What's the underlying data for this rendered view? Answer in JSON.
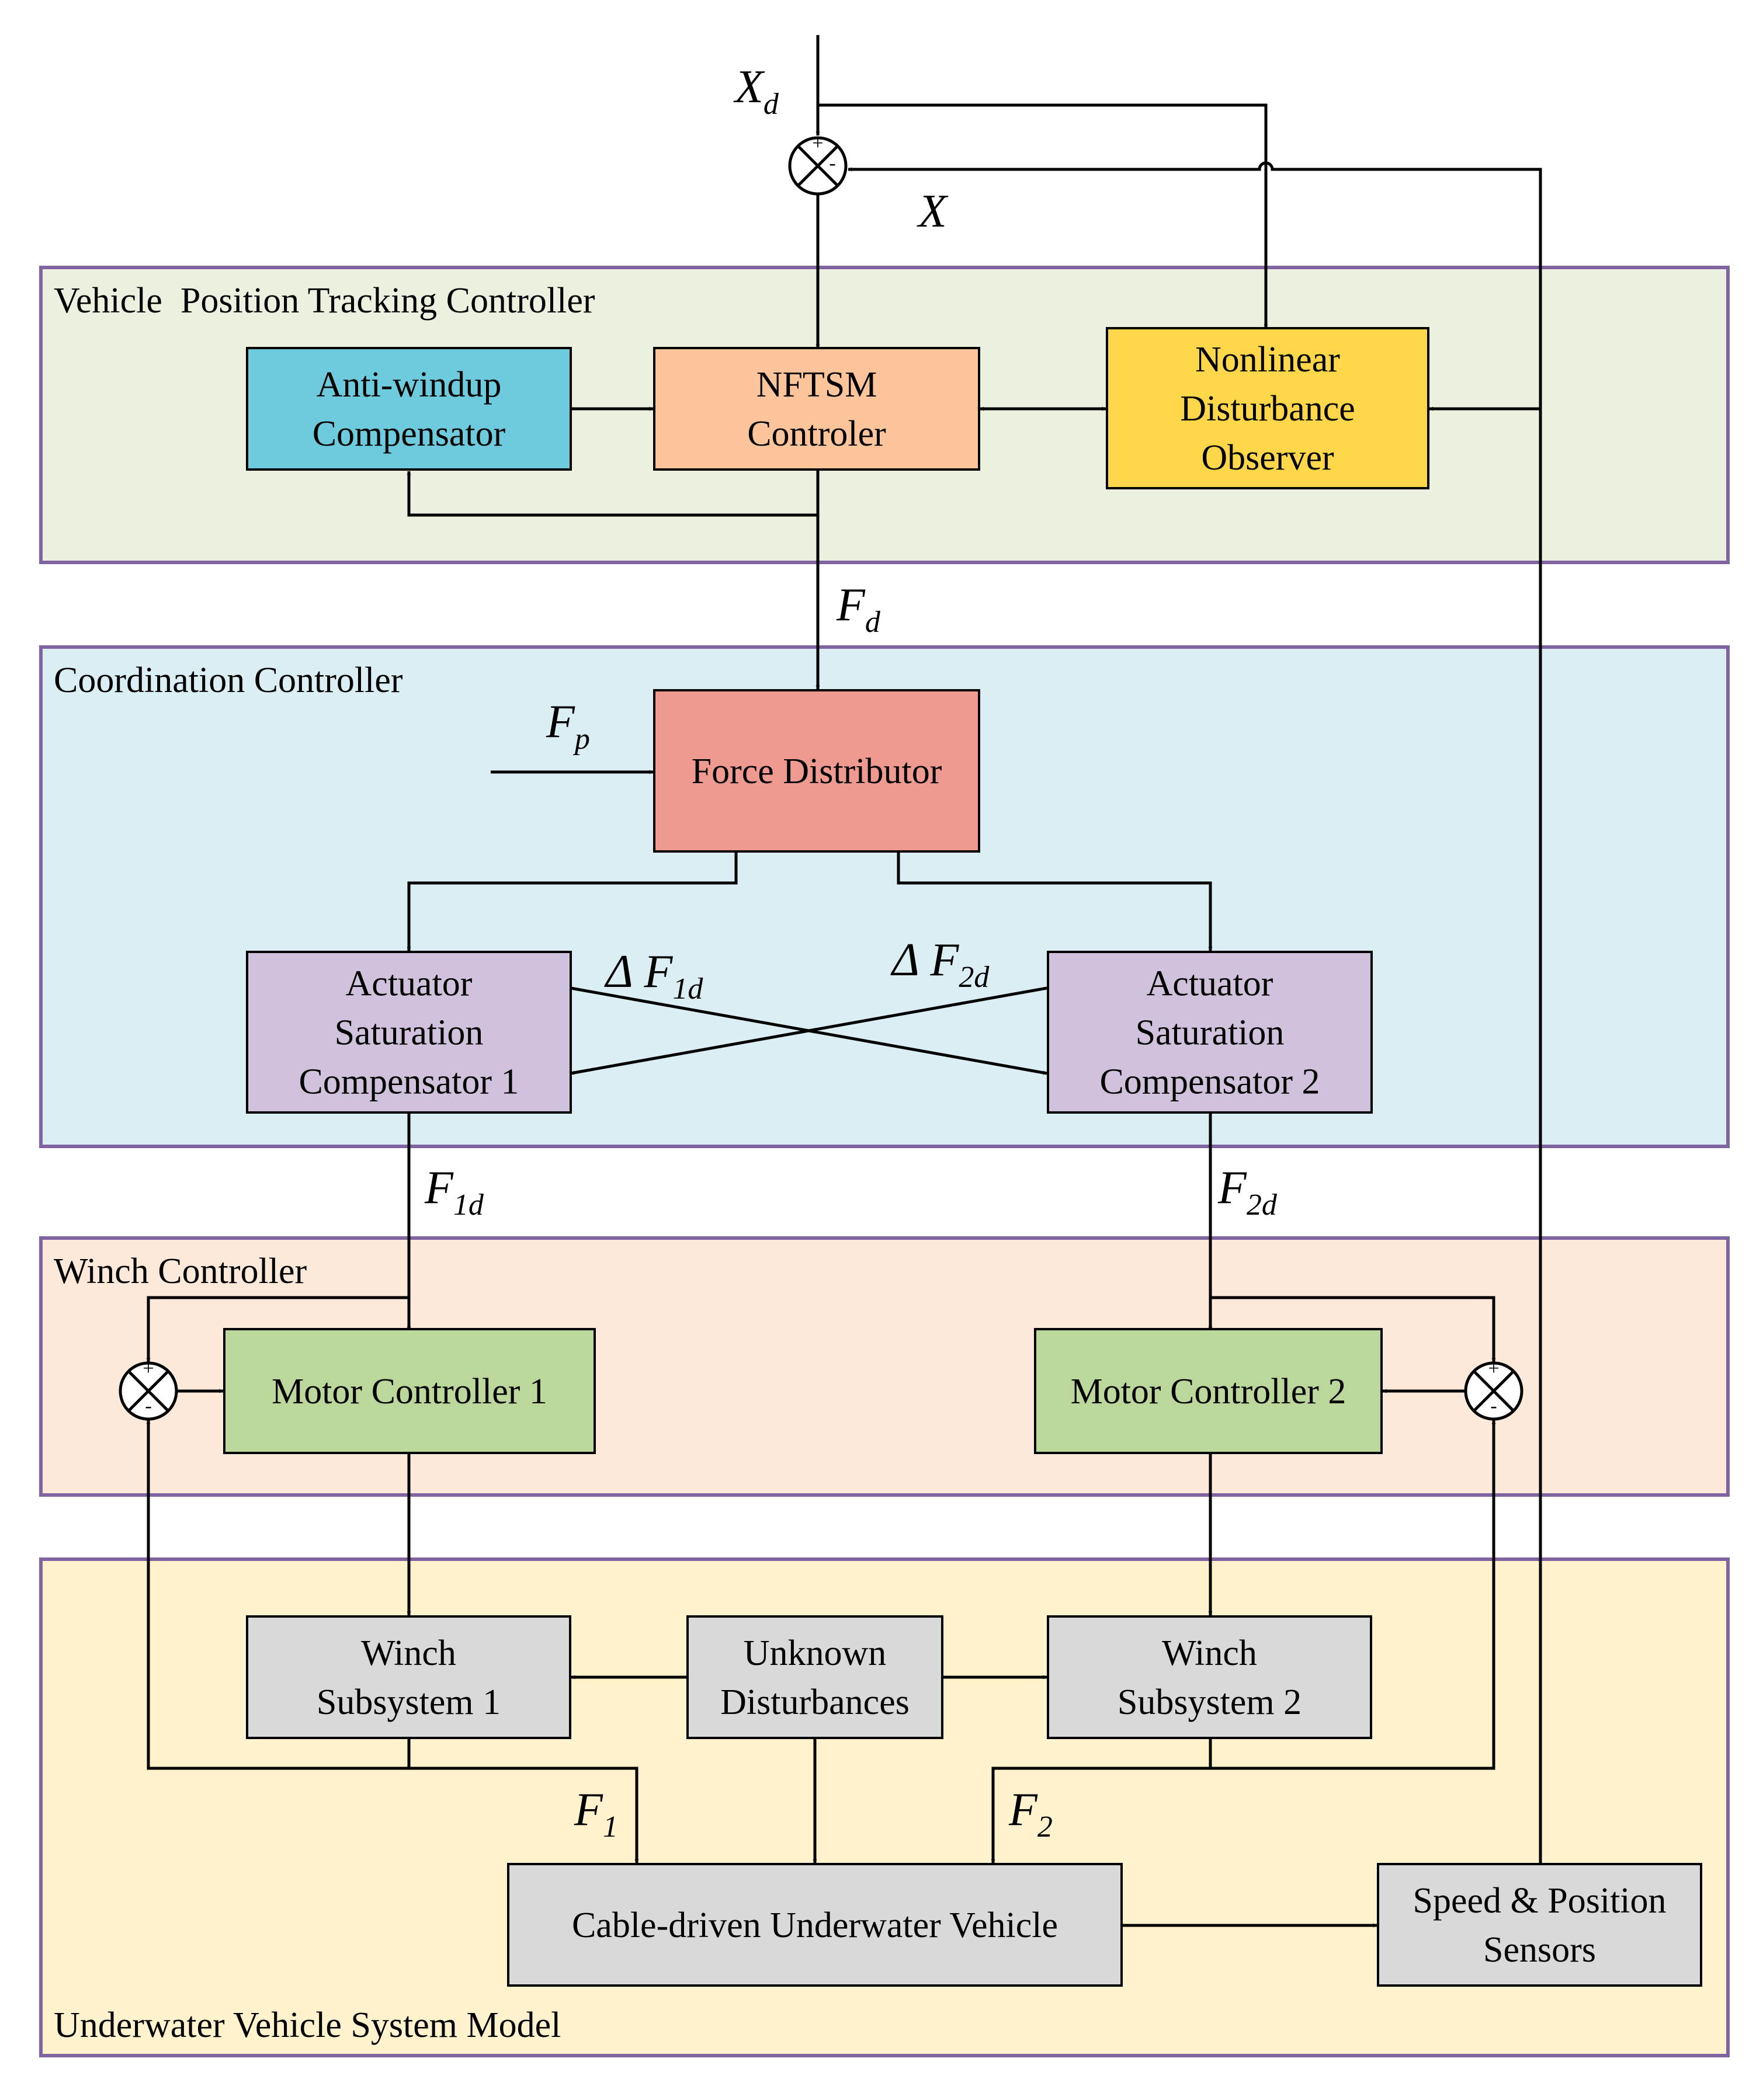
{
  "colors": {
    "region_border": "#8064a2",
    "vehicle_region": "#ebf1de",
    "coordination_region": "#daeef3",
    "winch_region": "#fde9d9",
    "underwater_region": "#fff2cc",
    "anti_windup": "#6dcbdd",
    "nftsm": "#fcc49a",
    "observer": "#fdd64a",
    "force_distributor": "#ef9a90",
    "actuator": "#d0c2dc",
    "motor": "#bcd79b",
    "system_block": "#d9d9d9"
  },
  "regions": {
    "vehicle": "Vehicle  Position Tracking Controller",
    "coordination": "Coordination Controller",
    "winch": "Winch Controller",
    "underwater": "Underwater Vehicle System Model"
  },
  "blocks": {
    "anti_windup": [
      "Anti-windup",
      "Compensator"
    ],
    "nftsm": [
      "NFTSM",
      "Controler"
    ],
    "observer": [
      "Nonlinear",
      "Disturbance",
      "Observer"
    ],
    "force_distributor": [
      "Force Distributor"
    ],
    "actuator1": [
      "Actuator",
      "Saturation",
      "Compensator 1"
    ],
    "actuator2": [
      "Actuator",
      "Saturation",
      "Compensator 2"
    ],
    "motor1": [
      "Motor Controller 1"
    ],
    "motor2": [
      "Motor Controller 2"
    ],
    "winch1": [
      "Winch",
      "Subsystem 1"
    ],
    "winch2": [
      "Winch",
      "Subsystem 2"
    ],
    "disturbances": [
      "Unknown",
      "Disturbances"
    ],
    "vehicle": [
      "Cable-driven Underwater Vehicle"
    ],
    "sensors": [
      "Speed & Position",
      "Sensors"
    ]
  },
  "signals": {
    "xd": {
      "main": "X",
      "sub": "d"
    },
    "x": {
      "main": "X",
      "sub": ""
    },
    "fd": {
      "main": "F",
      "sub": "d"
    },
    "fp": {
      "main": "F",
      "sub": "p"
    },
    "dF1d": {
      "main": "Δ F",
      "sub": "1d"
    },
    "dF2d": {
      "main": "Δ F",
      "sub": "2d"
    },
    "f1d": {
      "main": "F",
      "sub": "1d"
    },
    "f2d": {
      "main": "F",
      "sub": "2d"
    },
    "f1": {
      "main": "F",
      "sub": "1"
    },
    "f2": {
      "main": "F",
      "sub": "2"
    }
  },
  "summing_signs": {
    "top": {
      "a": "+",
      "b": "-"
    },
    "winch1": {
      "a": "+",
      "b": "-"
    },
    "winch2": {
      "a": "+",
      "b": "-"
    }
  }
}
